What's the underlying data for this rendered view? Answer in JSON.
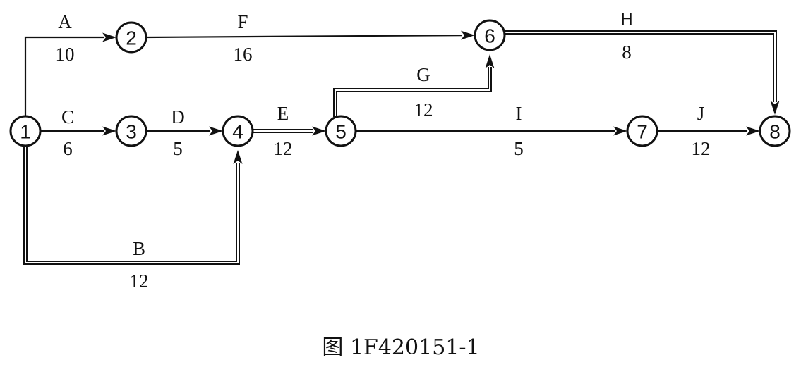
{
  "caption": "图 1F420151-1",
  "nodes": [
    {
      "id": "1",
      "label": "1"
    },
    {
      "id": "2",
      "label": "2"
    },
    {
      "id": "3",
      "label": "3"
    },
    {
      "id": "4",
      "label": "4"
    },
    {
      "id": "5",
      "label": "5"
    },
    {
      "id": "6",
      "label": "6"
    },
    {
      "id": "7",
      "label": "7"
    },
    {
      "id": "8",
      "label": "8"
    }
  ],
  "activities": [
    {
      "name": "A",
      "duration": "10",
      "from": "1",
      "to": "2",
      "critical": false
    },
    {
      "name": "B",
      "duration": "12",
      "from": "1",
      "to": "4",
      "critical": true
    },
    {
      "name": "C",
      "duration": "6",
      "from": "1",
      "to": "3",
      "critical": false
    },
    {
      "name": "D",
      "duration": "5",
      "from": "3",
      "to": "4",
      "critical": false
    },
    {
      "name": "E",
      "duration": "12",
      "from": "4",
      "to": "5",
      "critical": true
    },
    {
      "name": "F",
      "duration": "16",
      "from": "2",
      "to": "6",
      "critical": false
    },
    {
      "name": "G",
      "duration": "12",
      "from": "5",
      "to": "6",
      "critical": true
    },
    {
      "name": "H",
      "duration": "8",
      "from": "6",
      "to": "8",
      "critical": true
    },
    {
      "name": "I",
      "duration": "5",
      "from": "5",
      "to": "7",
      "critical": false
    },
    {
      "name": "J",
      "duration": "12",
      "from": "7",
      "to": "8",
      "critical": false
    }
  ]
}
